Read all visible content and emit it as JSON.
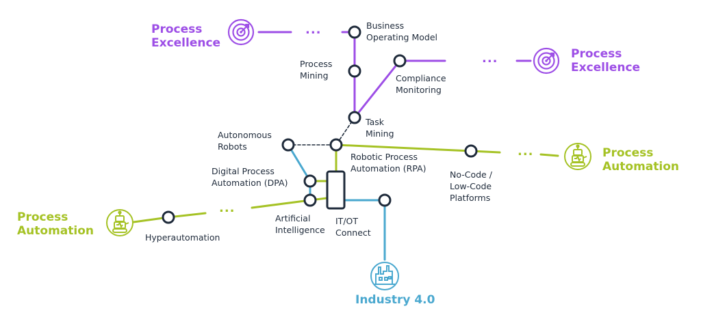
{
  "colors": {
    "purple": "#9d4ee6",
    "green": "#a5c224",
    "blue": "#4aa8cf",
    "navy": "#1e2a3a"
  },
  "hubs": {
    "excellence_left": {
      "line1": "Process",
      "line2": "Excellence",
      "icon": "target-icon"
    },
    "excellence_right": {
      "line1": "Process",
      "line2": "Excellence",
      "icon": "target-icon"
    },
    "automation_right": {
      "line1": "Process",
      "line2": "Automation",
      "icon": "robot-icon"
    },
    "automation_left": {
      "line1": "Process",
      "line2": "Automation",
      "icon": "robot-icon"
    },
    "industry": {
      "line1": "Industry 4.0",
      "icon": "factory-icon"
    }
  },
  "ellipsis": "...",
  "stations": {
    "business_operating_model": {
      "line1": "Business",
      "line2": "Operating Model"
    },
    "process_mining": {
      "line1": "Process",
      "line2": "Mining"
    },
    "compliance_monitoring": {
      "line1": "Compliance",
      "line2": "Monitoring"
    },
    "task_mining": {
      "line1": "Task",
      "line2": "Mining"
    },
    "autonomous_robots": {
      "line1": "Autonomous",
      "line2": "Robots"
    },
    "rpa": {
      "line1": "Robotic Process",
      "line2": "Automation (RPA)"
    },
    "no_code": {
      "line1": "No-Code /",
      "line2": "Low-Code",
      "line3": "Platforms"
    },
    "dpa": {
      "line1": "Digital Process",
      "line2": "Automation (DPA)"
    },
    "ai": {
      "line1": "Artificial",
      "line2": "Intelligence"
    },
    "it_ot": {
      "line1": "IT/OT",
      "line2": "Connect"
    },
    "hyperautomation": {
      "line1": "Hyperautomation"
    }
  }
}
